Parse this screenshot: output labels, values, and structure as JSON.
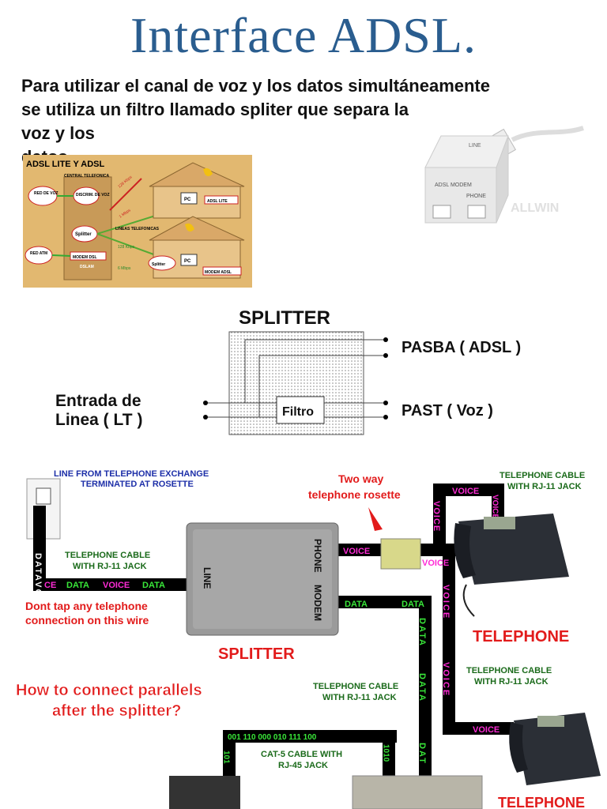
{
  "title": "Interface ADSL.",
  "intro": {
    "line1": "Para utilizar el canal de voz y los datos simultáneamente",
    "line2": "se utiliza un filtro llamado spliter que separa la voz y los",
    "line3": "datos."
  },
  "adsl_diagram": {
    "title": "ADSL LITE Y ADSL",
    "central": "CENTRAL TELEFONICA",
    "red_voz": "RED DE VOZ",
    "red_atm": "RED ATM",
    "discrim": "DISCRIM. DE VOZ",
    "splitter": "Splitter",
    "modem_dsl": "MODEM DSL",
    "dslam": "DSLAM",
    "lineas": "LINEAS TELEFONICAS",
    "rate1": "128 Kbps",
    "rate2": "1 Mbps",
    "rate3": "128 Kbps",
    "rate4": "6 Mbps",
    "pc": "PC",
    "adsl_lite": "ADSL LITE",
    "splitter2": "Splitter",
    "modem_adsl": "MODEM ADSL"
  },
  "splitter_photo": {
    "top": "LINE",
    "left": "ADSL MODEM",
    "right": "PHONE",
    "brand": "ALLWIN"
  },
  "schematic": {
    "title": "SPLITTER",
    "pasba": "PASBA ( ADSL )",
    "past": "PAST ( Voz )",
    "entrada1": "Entrada de",
    "entrada2": "Linea   ( LT )",
    "filtro": "Filtro"
  },
  "connection": {
    "line_from1": "LINE FROM TELEPHONE EXCHANGE",
    "line_from2": "TERMINATED AT ROSETTE",
    "two_way1": "Two way",
    "two_way2": "telephone rosette",
    "cable_tr1": "TELEPHONE CABLE",
    "cable_tr2": "WITH RJ-11 JACK",
    "cable_left1": "TELEPHONE CABLE",
    "cable_left2": "WITH RJ-11 JACK",
    "dont_tap1": "Dont tap any telephone",
    "dont_tap2": "connection on this wire",
    "splitter_label": "SPLITTER",
    "line": "LINE",
    "phone": "PHONE",
    "modem": "MODEM",
    "telephone1": "TELEPHONE",
    "telephone2": "TELEPHONE",
    "cable_mid1": "TELEPHONE CABLE",
    "cable_mid2": "WITH RJ-11 JACK",
    "cable_right1": "TELEPHONE CABLE",
    "cable_right2": "WITH RJ-11 JACK",
    "how1": "How to connect parallels",
    "how2": "after the splitter?",
    "cat5_1": "CAT-5 CABLE WITH",
    "cat5_2": "RJ-45 JACK",
    "binary": "001  110  000  010  111  100",
    "bin_left": "101",
    "bin_right": "1010",
    "data": "DATA",
    "voice": "VOICE",
    "vertical_data_voice": "DATAVOICE",
    "vertical_voice": "VOICE",
    "vertical_data": "DATA",
    "vertical_dat": "DAT",
    "ce": "CE"
  }
}
